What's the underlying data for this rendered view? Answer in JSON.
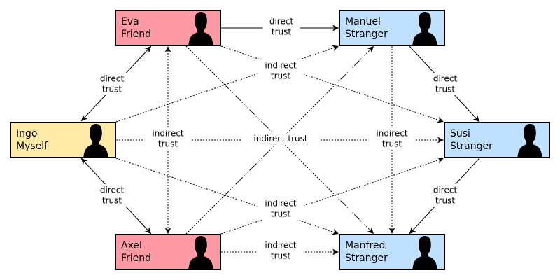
{
  "colors": {
    "friend": "#ff99a3",
    "myself": "#ffeaa8",
    "stranger": "#bfe0ff",
    "label_bg": "#ffffff"
  },
  "nodes": {
    "eva": {
      "name": "Eva",
      "role": "Friend",
      "kind": "friend"
    },
    "manuel": {
      "name": "Manuel",
      "role": "Stranger",
      "kind": "stranger"
    },
    "ingo": {
      "name": "Ingo",
      "role": "Myself",
      "kind": "myself"
    },
    "susi": {
      "name": "Susi",
      "role": "Stranger",
      "kind": "stranger"
    },
    "axel": {
      "name": "Axel",
      "role": "Friend",
      "kind": "friend"
    },
    "manfred": {
      "name": "Manfred",
      "role": "Stranger",
      "kind": "stranger"
    }
  },
  "edges": [
    {
      "id": "eva-manuel",
      "from": "eva",
      "to": "manuel",
      "type": "direct",
      "label": [
        "direct",
        "trust"
      ]
    },
    {
      "id": "ingo-eva",
      "from": "ingo",
      "to": "eva",
      "type": "direct",
      "both": true,
      "label": [
        "direct",
        "trust"
      ]
    },
    {
      "id": "ingo-axel",
      "from": "ingo",
      "to": "axel",
      "type": "direct",
      "both": true,
      "label": [
        "direct",
        "trust"
      ]
    },
    {
      "id": "manuel-susi",
      "from": "manuel",
      "to": "susi",
      "type": "direct",
      "label": [
        "direct",
        "trust"
      ]
    },
    {
      "id": "susi-manfred",
      "from": "susi",
      "to": "manfred",
      "type": "direct",
      "label": [
        "direct",
        "trust"
      ]
    },
    {
      "id": "eva-susi",
      "from": "eva",
      "to": "susi",
      "type": "indirect",
      "label": [
        "indirect",
        "trust"
      ]
    },
    {
      "id": "ingo-manuel",
      "from": "ingo",
      "to": "manuel",
      "type": "indirect"
    },
    {
      "id": "axel-eva",
      "from": "axel",
      "to": "eva",
      "type": "indirect",
      "both": true
    },
    {
      "id": "ingo-susi",
      "from": "ingo",
      "to": "susi",
      "type": "indirect",
      "label": [
        "indirect trust"
      ]
    },
    {
      "id": "eva-manfred",
      "from": "eva",
      "to": "manfred",
      "type": "indirect"
    },
    {
      "id": "axel-manuel",
      "from": "axel",
      "to": "manuel",
      "type": "indirect"
    },
    {
      "id": "manuel-manfred",
      "from": "manuel",
      "to": "manfred",
      "type": "indirect"
    },
    {
      "id": "ingo-manfred",
      "from": "ingo",
      "to": "manfred",
      "type": "indirect"
    },
    {
      "id": "axel-susi",
      "from": "axel",
      "to": "susi",
      "type": "indirect",
      "label": [
        "indirect",
        "trust"
      ]
    },
    {
      "id": "axel-manfred",
      "from": "axel",
      "to": "manfred",
      "type": "indirect",
      "label": [
        "indirect",
        "trust"
      ]
    }
  ],
  "free_labels": [
    {
      "id": "ingo-left-indirect",
      "lines": [
        "indirect",
        "trust"
      ]
    },
    {
      "id": "susi-left-indirect",
      "lines": [
        "indirect",
        "trust"
      ]
    }
  ]
}
